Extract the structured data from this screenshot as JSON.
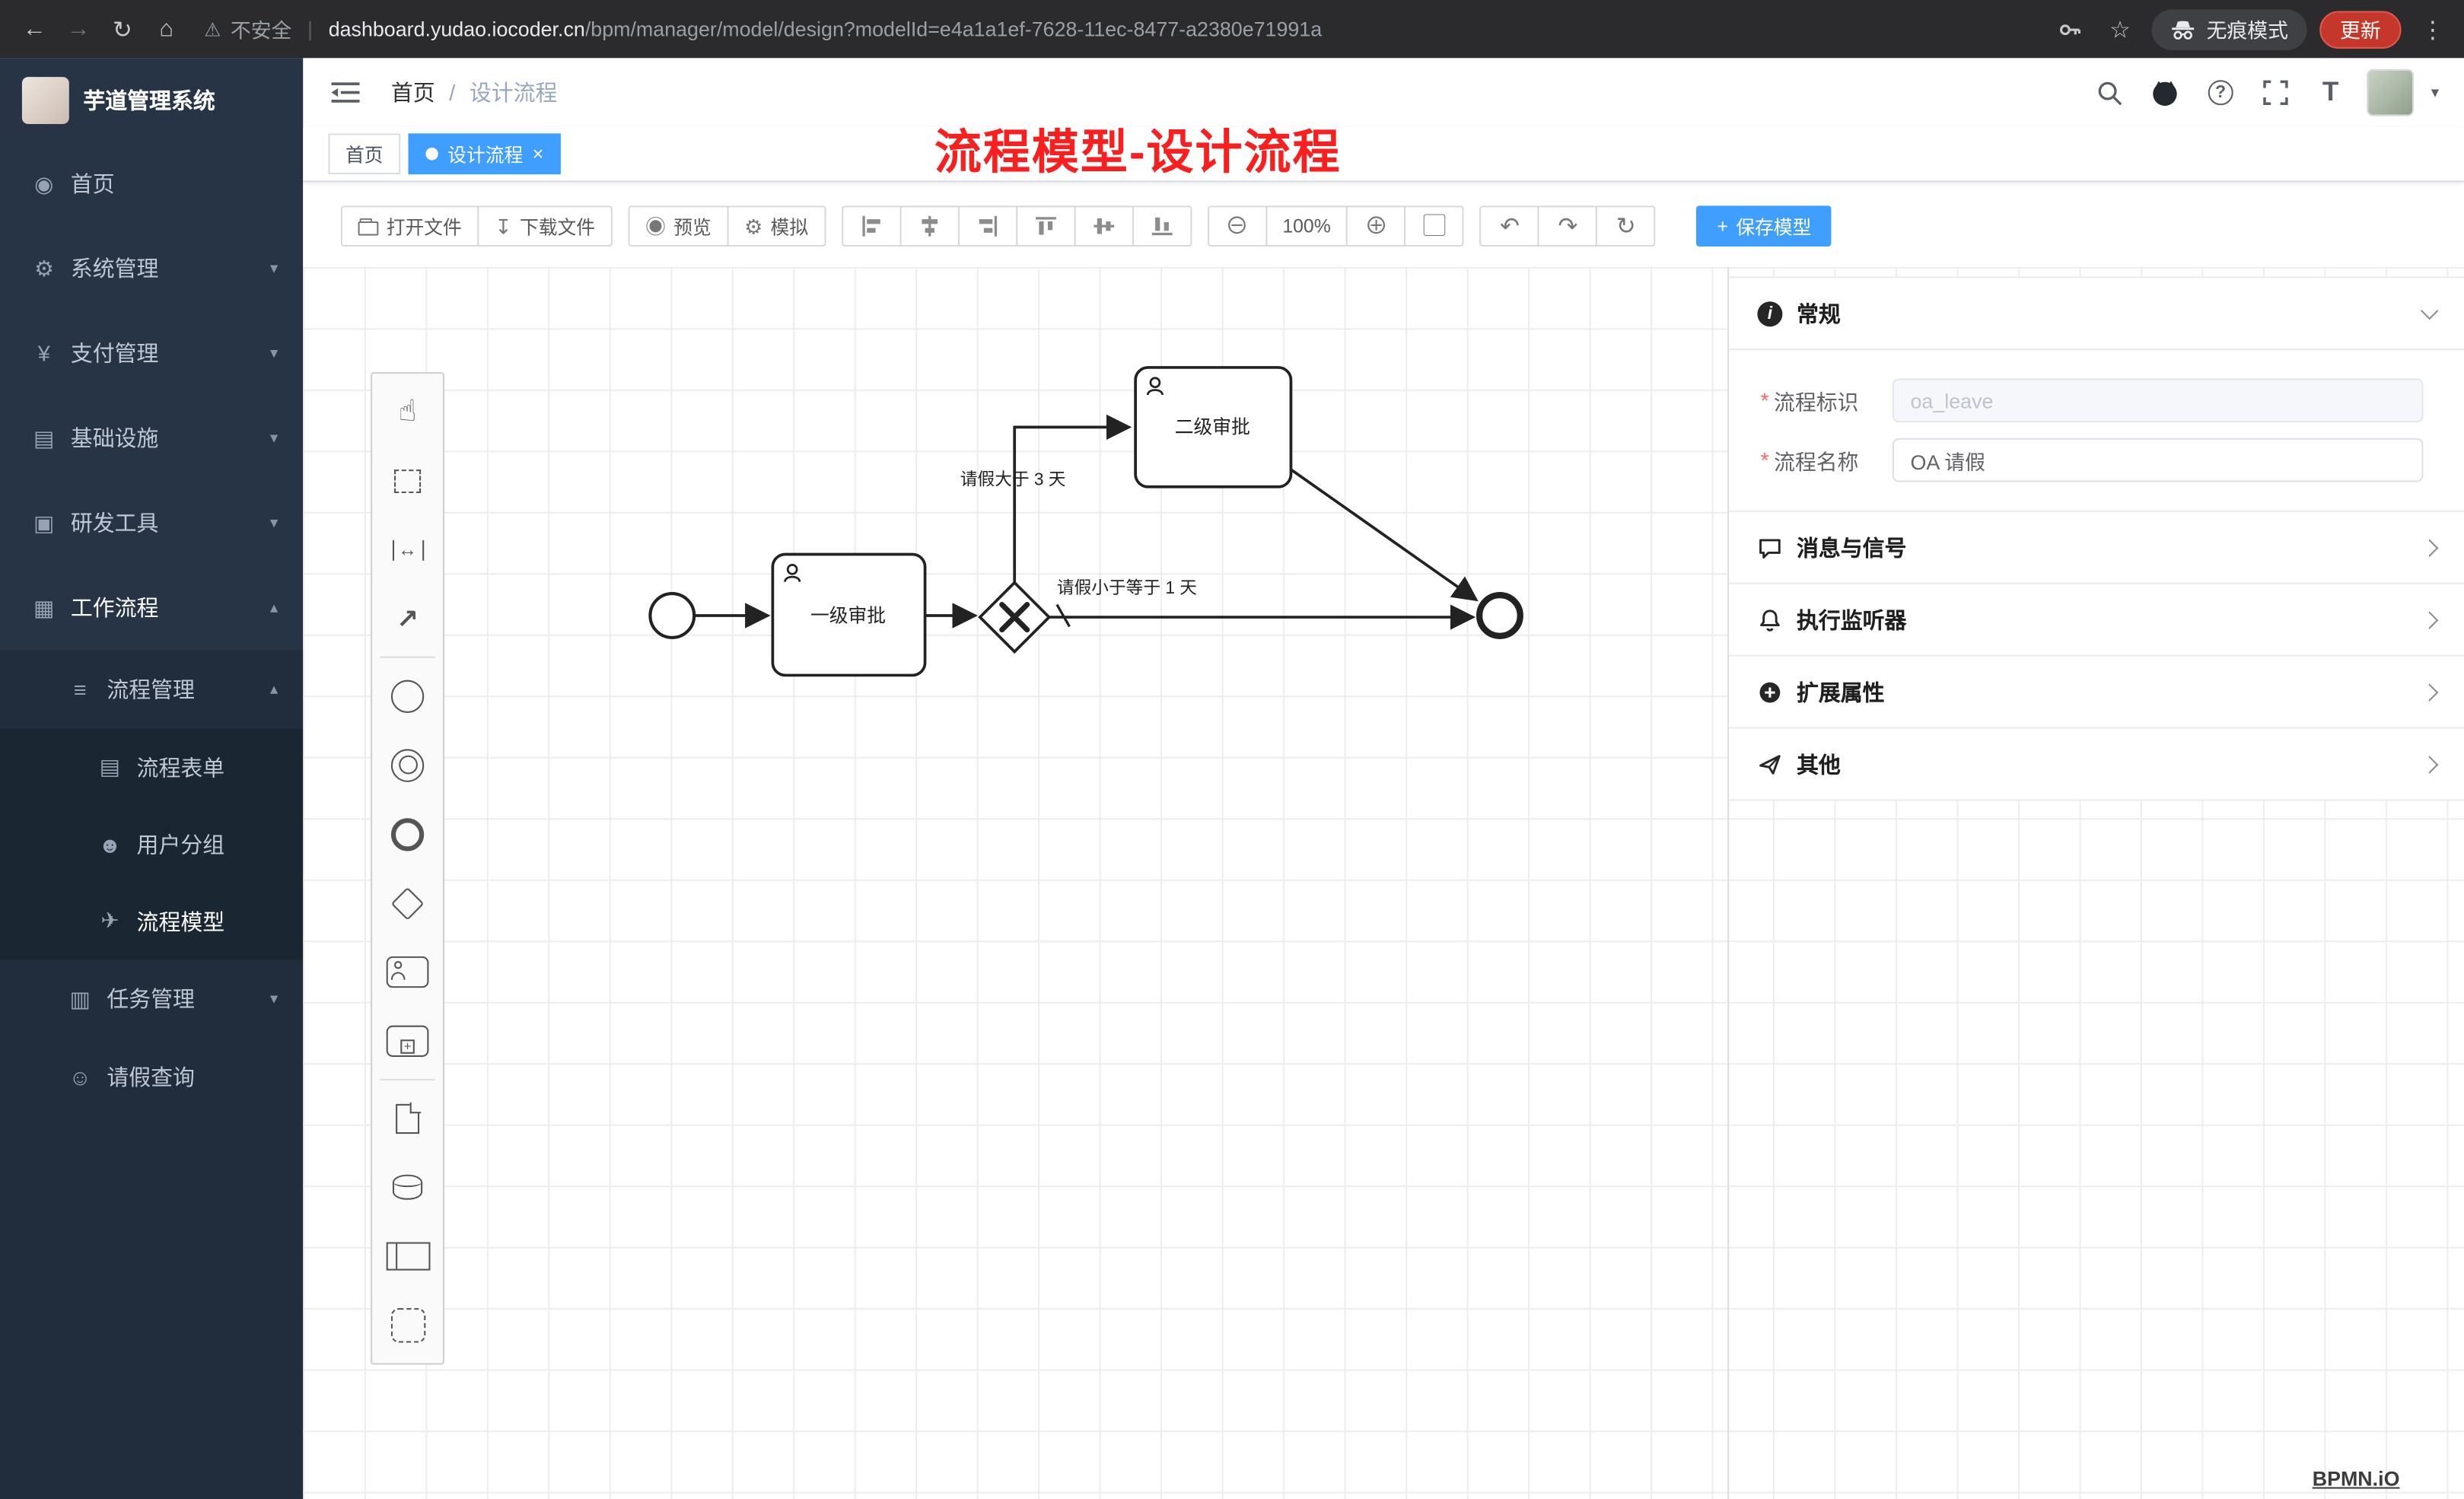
{
  "browser": {
    "security_label": "不安全",
    "url_domain": "dashboard.yudao.iocoder.cn",
    "url_path": "/bpm/manager/model/design?modelId=e4a1a1ef-7628-11ec-8477-a2380e71991a",
    "incognito_label": "无痕模式",
    "update_label": "更新"
  },
  "icons": {
    "back": "←",
    "forward": "→",
    "reload": "↻",
    "home": "⌂",
    "warning": "⚠",
    "pipe": "|",
    "star": "☆",
    "dots": "⋮",
    "help": "?",
    "font_size": "T",
    "caret_down": "▾",
    "chevron_down": "▾",
    "chevron_up": "▴",
    "dashboard": "◉",
    "gear": "⚙",
    "yen": "¥",
    "infra": "▤",
    "tools": "▣",
    "workflow": "▦",
    "list": "≡",
    "form": "▤",
    "group": "☻",
    "model": "✈",
    "task": "▥",
    "person": "☺",
    "download": "↧",
    "eye": "◉",
    "sim_gear": "⚙",
    "zoom_out": "⊖",
    "zoom_in": "⊕",
    "fit": "▢",
    "undo": "↶",
    "redo": "↷",
    "refresh": "↻",
    "plus": "+",
    "close": "×",
    "hand": "☝",
    "space": "↔",
    "connect": "↗",
    "asterisk": "*",
    "info": "i"
  },
  "sidebar": {
    "app_title": "芋道管理系统",
    "menu": [
      {
        "label": "首页"
      },
      {
        "label": "系统管理"
      },
      {
        "label": "支付管理"
      },
      {
        "label": "基础设施"
      },
      {
        "label": "研发工具"
      },
      {
        "label": "工作流程"
      },
      {
        "label": "流程管理"
      },
      {
        "label": "流程表单"
      },
      {
        "label": "用户分组"
      },
      {
        "label": "流程模型"
      },
      {
        "label": "任务管理"
      },
      {
        "label": "请假查询"
      }
    ]
  },
  "header": {
    "breadcrumb_home": "首页",
    "breadcrumb_sep": "/",
    "breadcrumb_current": "设计流程",
    "annotation": "流程模型-设计流程"
  },
  "tabs": [
    {
      "label": "首页"
    },
    {
      "label": "设计流程"
    }
  ],
  "toolbar": {
    "open": "打开文件",
    "download": "下载文件",
    "preview": "预览",
    "simulate": "模拟",
    "zoom_level": "100%",
    "save": "保存模型"
  },
  "diagram": {
    "task1": "一级审批",
    "task2": "二级审批",
    "flow_gt": "请假大于 3 天",
    "flow_le": "请假小于等于 1 天"
  },
  "props": {
    "sections": [
      {
        "title": "常规"
      },
      {
        "title": "消息与信号"
      },
      {
        "title": "执行监听器"
      },
      {
        "title": "扩展属性"
      },
      {
        "title": "其他"
      }
    ],
    "fields": [
      {
        "label": "流程标识",
        "value": "oa_leave"
      },
      {
        "label": "流程名称",
        "value": "OA 请假"
      }
    ]
  },
  "watermark": "BPMN.iO"
}
